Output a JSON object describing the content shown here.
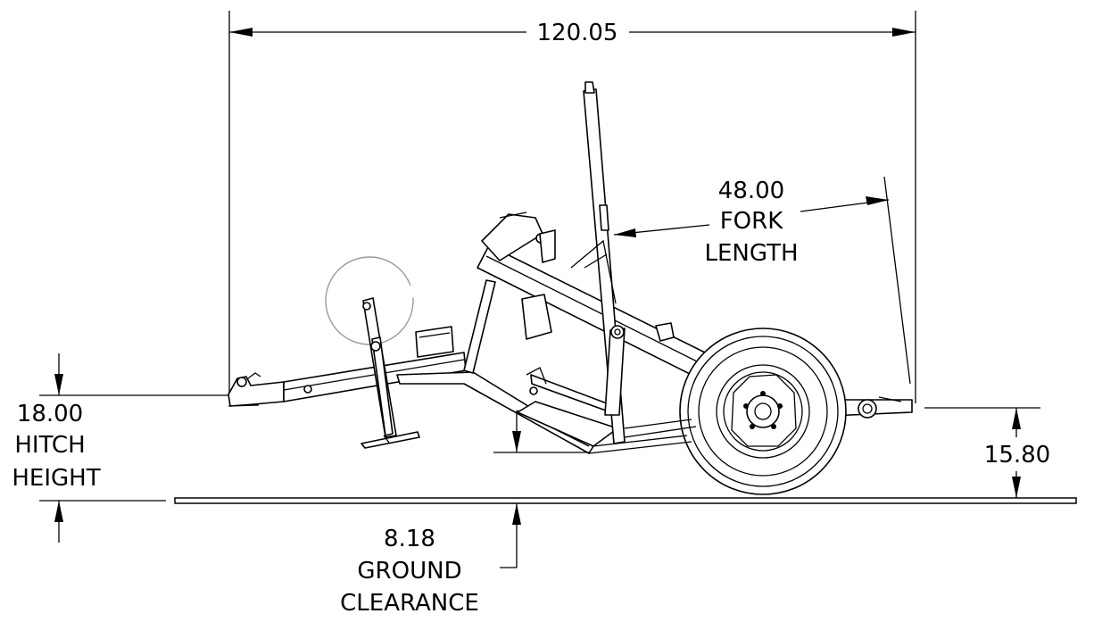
{
  "dimensions": {
    "overall_length": {
      "value": "120.05"
    },
    "fork_length": {
      "value": "48.00",
      "label_line1": "FORK",
      "label_line2": "LENGTH"
    },
    "hitch_height": {
      "value": "18.00",
      "label_line1": "HITCH",
      "label_line2": "HEIGHT"
    },
    "ground_clearance": {
      "value": "8.18",
      "label_line1": "GROUND",
      "label_line2": "CLEARANCE"
    },
    "rear_height": {
      "value": "15.80"
    }
  }
}
